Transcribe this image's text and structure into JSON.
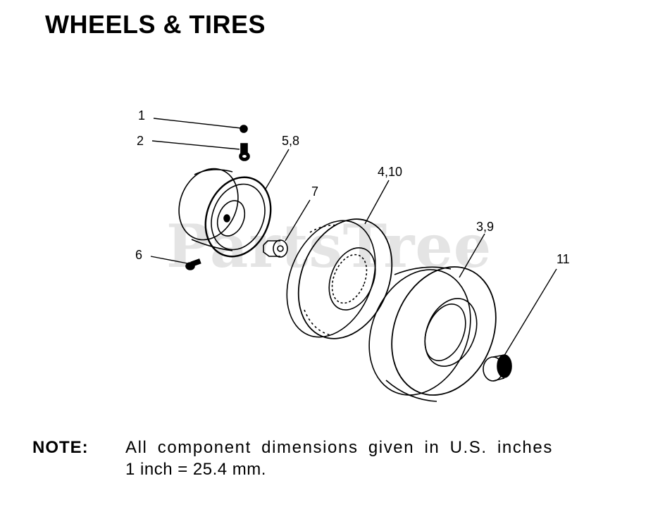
{
  "title": "WHEELS & TIRES",
  "watermark": "PartsTree",
  "callouts": {
    "c1": "1",
    "c2": "2",
    "c58": "5,8",
    "c7": "7",
    "c410": "4,10",
    "c39": "3,9",
    "c6": "6",
    "c11": "11"
  },
  "note": {
    "label": "NOTE:",
    "line1": "All component dimensions given in U.S. inches",
    "line2": "1 inch = 25.4 mm."
  }
}
